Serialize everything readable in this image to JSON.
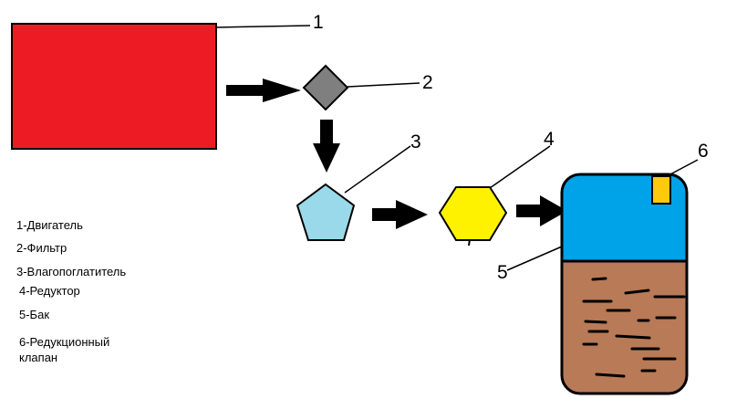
{
  "labels": {
    "n1": "1",
    "n2": "2",
    "n3": "3",
    "n4": "4",
    "n5": "5",
    "n6": "6"
  },
  "legend": {
    "item1": "1-Двигатель",
    "item2": "2-Фильтр",
    "item3": "3-Влагопоглатитель",
    "item4": "4-Редуктор",
    "item5": "5-Бак",
    "item6": "6-Редукционный\nклапан"
  },
  "colors": {
    "engine": "#ed1c24",
    "filter": "#7f7f7f",
    "absorber": "#99d9ea",
    "reducer": "#fff200",
    "tank_top": "#00a2e8",
    "tank_bottom": "#b97a57",
    "valve": "#ffc90e",
    "arrow": "#000000"
  }
}
